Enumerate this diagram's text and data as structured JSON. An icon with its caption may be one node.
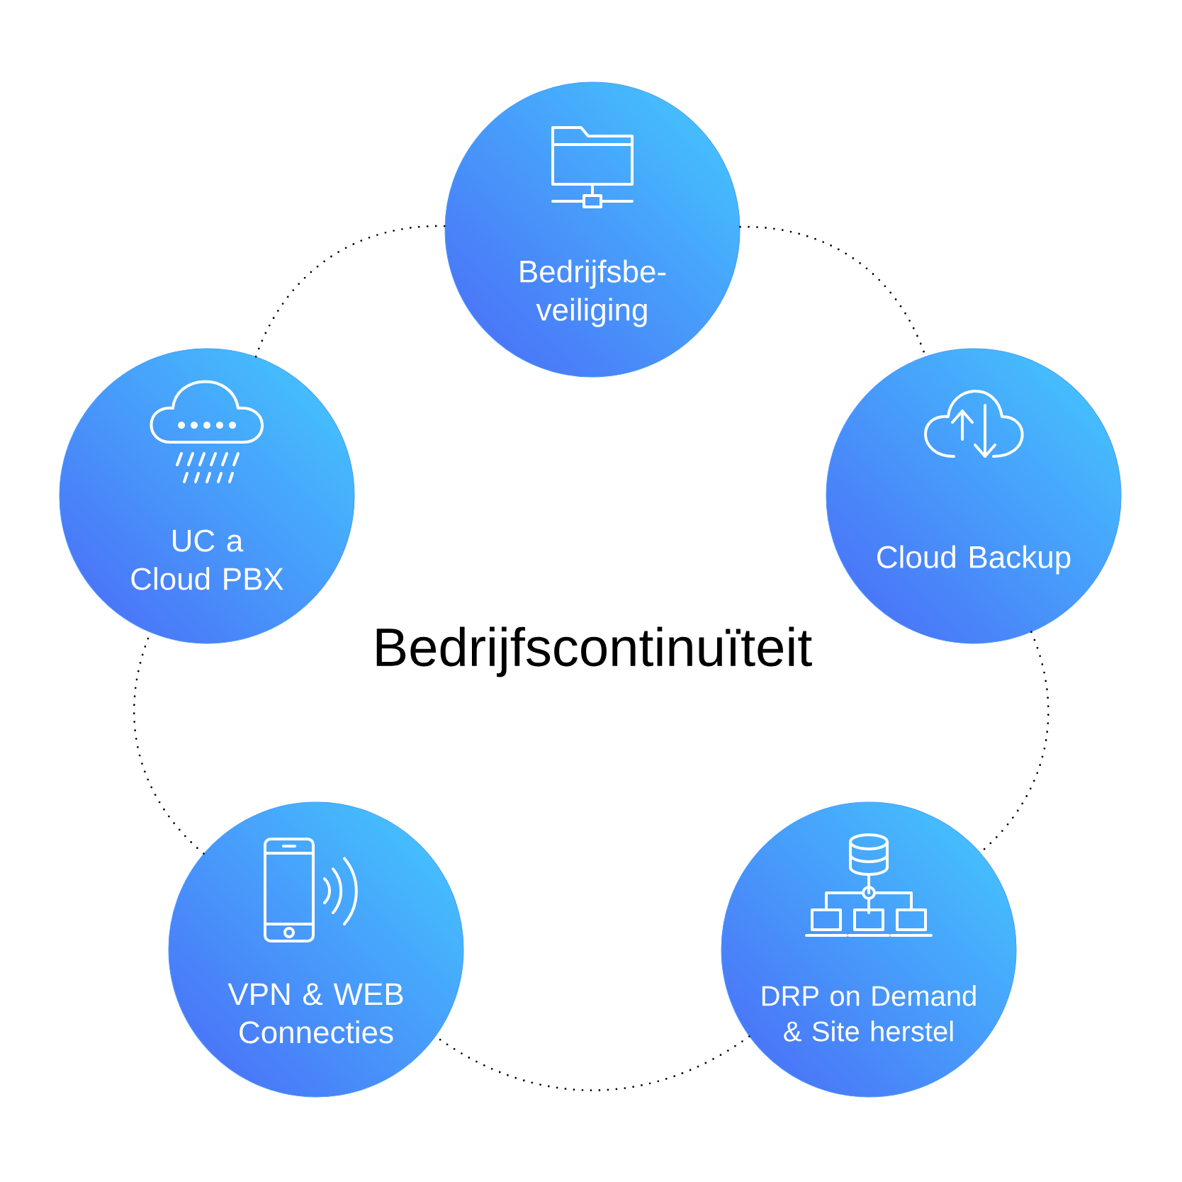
{
  "diagram": {
    "title": "Bedrijfscontinuïteit",
    "nodes": [
      {
        "text": [
          "Bedrijfsbe- veiliging"
        ]
      },
      {
        "text": [
          "Cloud Backup"
        ]
      },
      {
        "text": [
          "DRP on Demand & Site herstel"
        ]
      },
      {
        "text": [
          "VPN & WEB Connecties"
        ]
      },
      {
        "text": [
          "UC a Cloud PBX"
        ]
      }
    ],
    "edges": [
      {
        "from": 0,
        "to": 1,
        "arrow": "none",
        "style": "dashed"
      },
      {
        "from": 1,
        "to": 2,
        "arrow": "none",
        "style": "dashed"
      },
      {
        "from": 2,
        "to": 3,
        "arrow": "none",
        "style": "dashed"
      },
      {
        "from": 3,
        "to": 4,
        "arrow": "none",
        "style": "dashed"
      },
      {
        "from": 4,
        "to": 0,
        "arrow": "none",
        "style": "dashed"
      }
    ]
  }
}
